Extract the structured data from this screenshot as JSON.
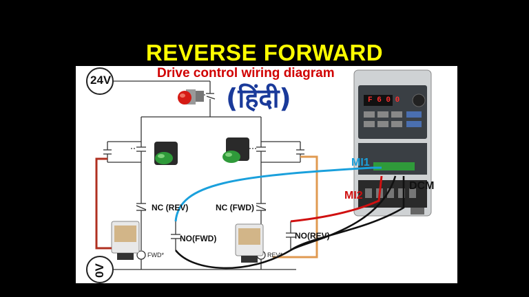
{
  "header": {
    "title": "REVERSE FORWARD",
    "subtitle": "Drive control wiring diagram",
    "language_tag": "(हिंदी)"
  },
  "labels": {
    "supply_24v": "24V",
    "supply_0v": "0V",
    "nc_rev": "NC (REV)",
    "nc_fwd": "NC (FWD)",
    "no_fwd": "NO(FWD)",
    "no_rev": "NO(REV)",
    "fwd_coil": "FWD*",
    "rev_coil": "REV*",
    "mi1": "MI1",
    "mi2": "MI2",
    "dcm": "DCM",
    "display_readout": "F 6 0 0"
  },
  "colors": {
    "title": "#ffff00",
    "subtitle": "#d00000",
    "mi1_wire": "#1aa0dc",
    "mi2_wire": "#d01010",
    "relay_wire_fwd": "#b03020",
    "relay_wire_rev": "#e09a50"
  }
}
